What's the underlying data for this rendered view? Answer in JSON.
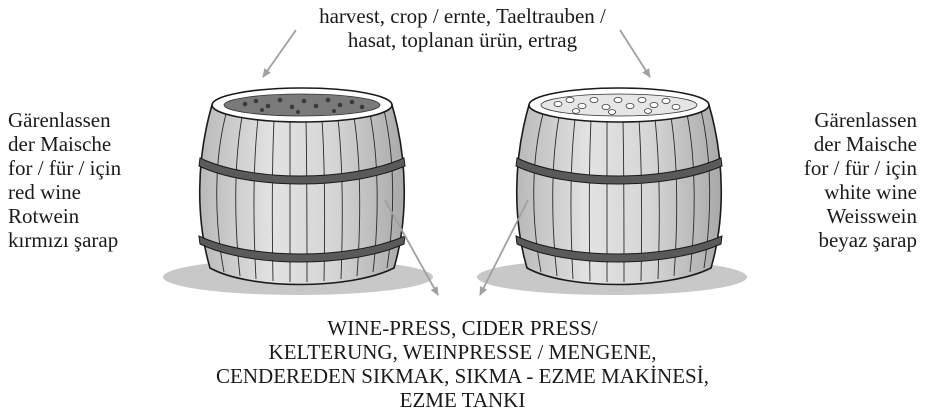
{
  "top_caption": {
    "lines": [
      "harvest, crop / ernte, Taeltrauben /",
      "hasat, toplanan ürün, ertrag"
    ]
  },
  "left_caption": {
    "lines": [
      "Gärenlassen",
      "der Maische",
      "for / für / için",
      "red wine",
      "Rotwein",
      "kırmızı şarap"
    ]
  },
  "right_caption": {
    "lines": [
      "Gärenlassen",
      "der Maische",
      "for / für / için",
      "white wine",
      "Weisswein",
      "beyaz şarap"
    ]
  },
  "bottom_caption": {
    "lines": [
      "WINE-PRESS, CIDER PRESS/",
      "KELTERUNG, WEINPRESSE / MENGENE,",
      "CENDEREDEN SIKMAK, SIKMA - EZME MAKİNESİ,",
      "EZME TANKI"
    ]
  },
  "colors": {
    "ink": "#1a1a1a",
    "stave_light": "#d4d4d4",
    "stave_mid": "#b8b8b8",
    "hoop": "#5a5a5a",
    "shadow": "#c8c8c8",
    "arrow": "#a0a0a0"
  }
}
